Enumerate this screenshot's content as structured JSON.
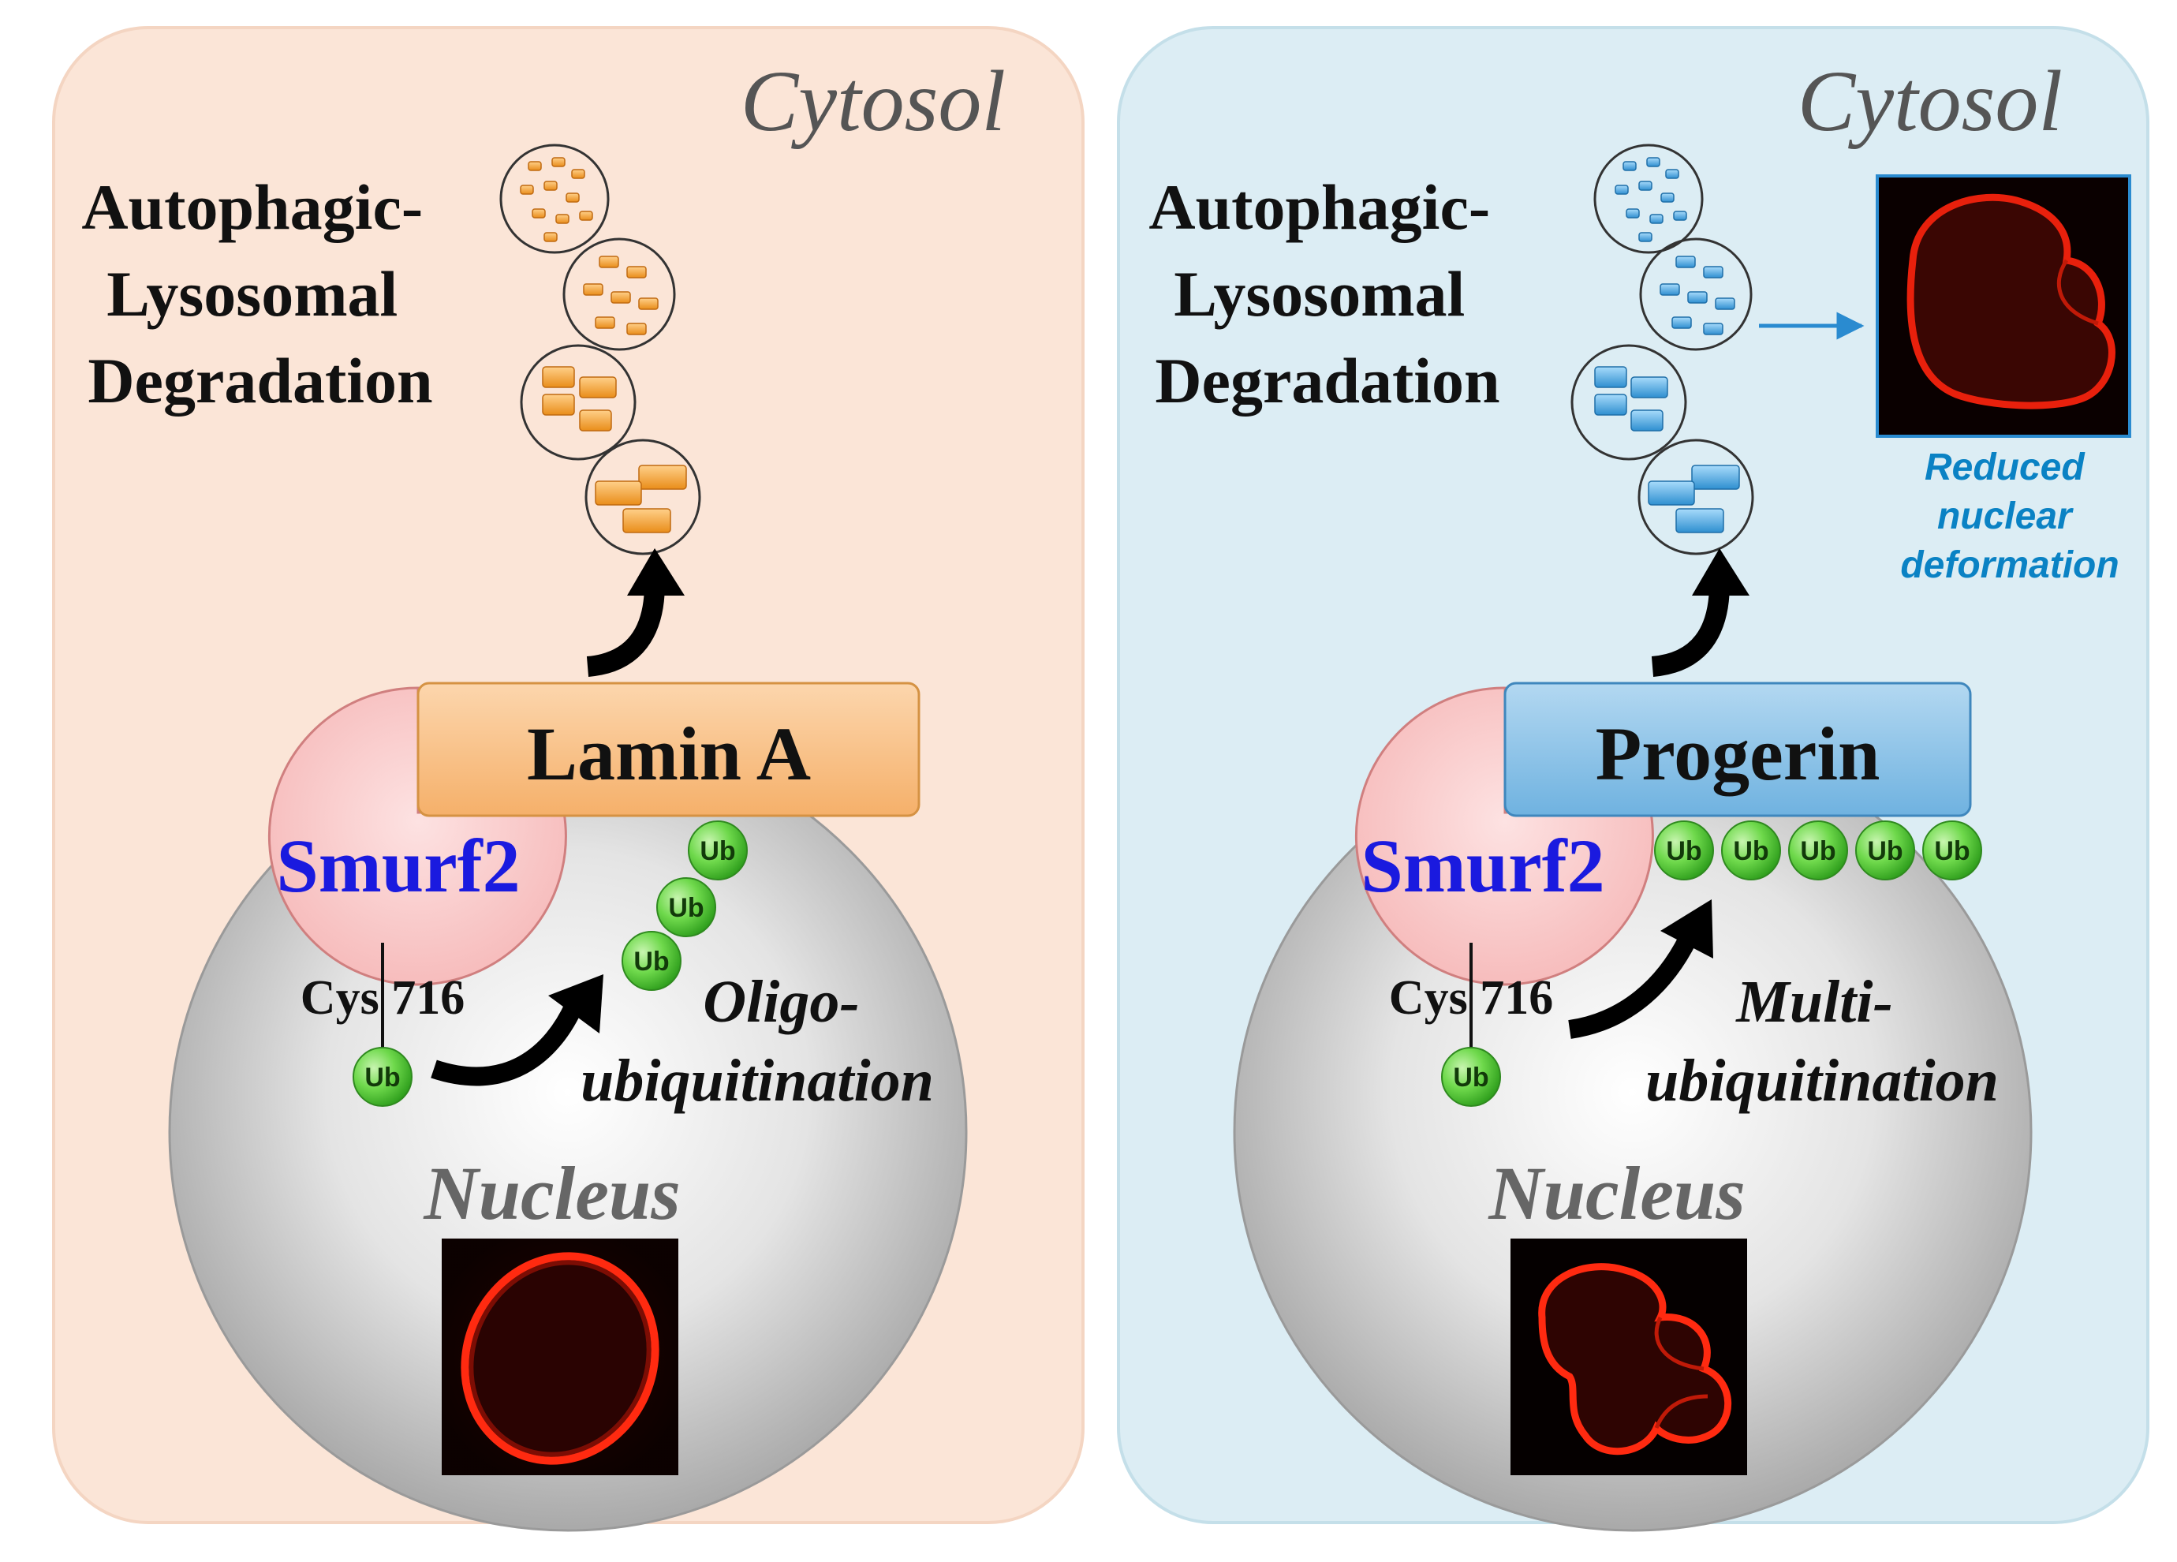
{
  "colors": {
    "left_panel_fill": "#fbe5d7",
    "right_panel_fill": "#dcedf4",
    "lamin_fill": "#f9c48e",
    "progerin_fill": "#8dc3e6",
    "smurf2_text": "#1a1adf",
    "ub_green": "#58cc3a",
    "orange_block": "#f2a23a",
    "blue_block": "#4aa6dc",
    "caption_blue": "#0a82c4",
    "nucleus_red": "#e01808"
  },
  "left_panel": {
    "cytosol_label": "Cytosol",
    "degradation_label": [
      "Autophagic-",
      "Lysosomal",
      "Degradation"
    ],
    "protein_label": "Lamin A",
    "enzyme_label": "Smurf2",
    "residue_label": "Cys 716",
    "ub_label": "Ub",
    "process_label": [
      "Oligo-",
      "ubiquitination"
    ],
    "nucleus_label": "Nucleus",
    "ub_chain_count": 3,
    "micrograph_icon": "nucleus-micrograph-round"
  },
  "right_panel": {
    "cytosol_label": "Cytosol",
    "degradation_label": [
      "Autophagic-",
      "Lysosomal",
      "Degradation"
    ],
    "protein_label": "Progerin",
    "enzyme_label": "Smurf2",
    "residue_label": "Cys 716",
    "ub_label": "Ub",
    "process_label": [
      "Multi-",
      "ubiquitination"
    ],
    "nucleus_label": "Nucleus",
    "ub_chain_count": 5,
    "micrograph_icon": "nucleus-micrograph-deformed",
    "caption": [
      "Reduced",
      "nuclear",
      "deformation"
    ]
  }
}
